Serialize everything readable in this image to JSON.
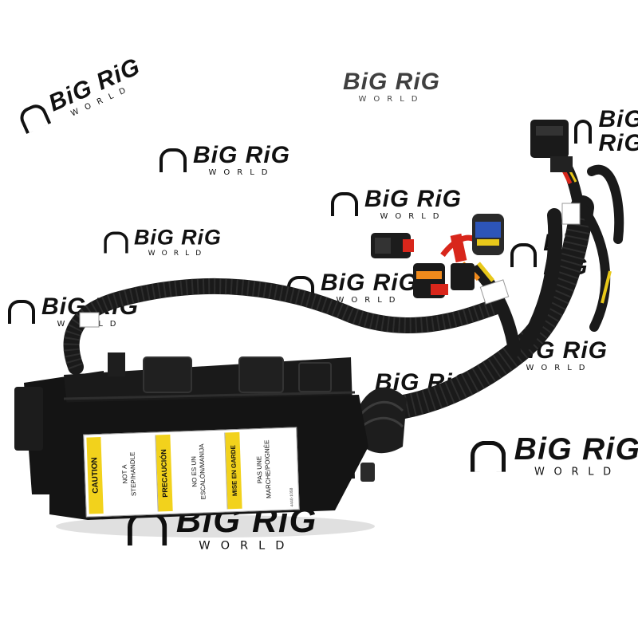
{
  "photo": {
    "subject": "fuse-box-wiring-harness"
  },
  "watermark": {
    "brand": "BiG RiG",
    "sub": "WORLD"
  },
  "caution_label": {
    "panels": [
      {
        "header": "CAUTION",
        "line1": "NOT A",
        "line2": "STEP/HANDLE"
      },
      {
        "header": "PRECAUCIÓN",
        "line1": "NO ES UN",
        "line2": "ESCALÓN/MANIJA"
      },
      {
        "header": "MISE EN GARDE",
        "line1": "PAS UNE",
        "line2": "MARCHE/POIGNÉE"
      }
    ],
    "part_code": "4440-1058"
  },
  "colors": {
    "background": "#ffffff",
    "housing": "#141414",
    "label_yellow": "#f2d21c",
    "wire_red": "#d8261b",
    "wire_orange": "#f08a1c",
    "wire_yellow": "#e8c81a",
    "wire_blue": "#2d55b8"
  }
}
